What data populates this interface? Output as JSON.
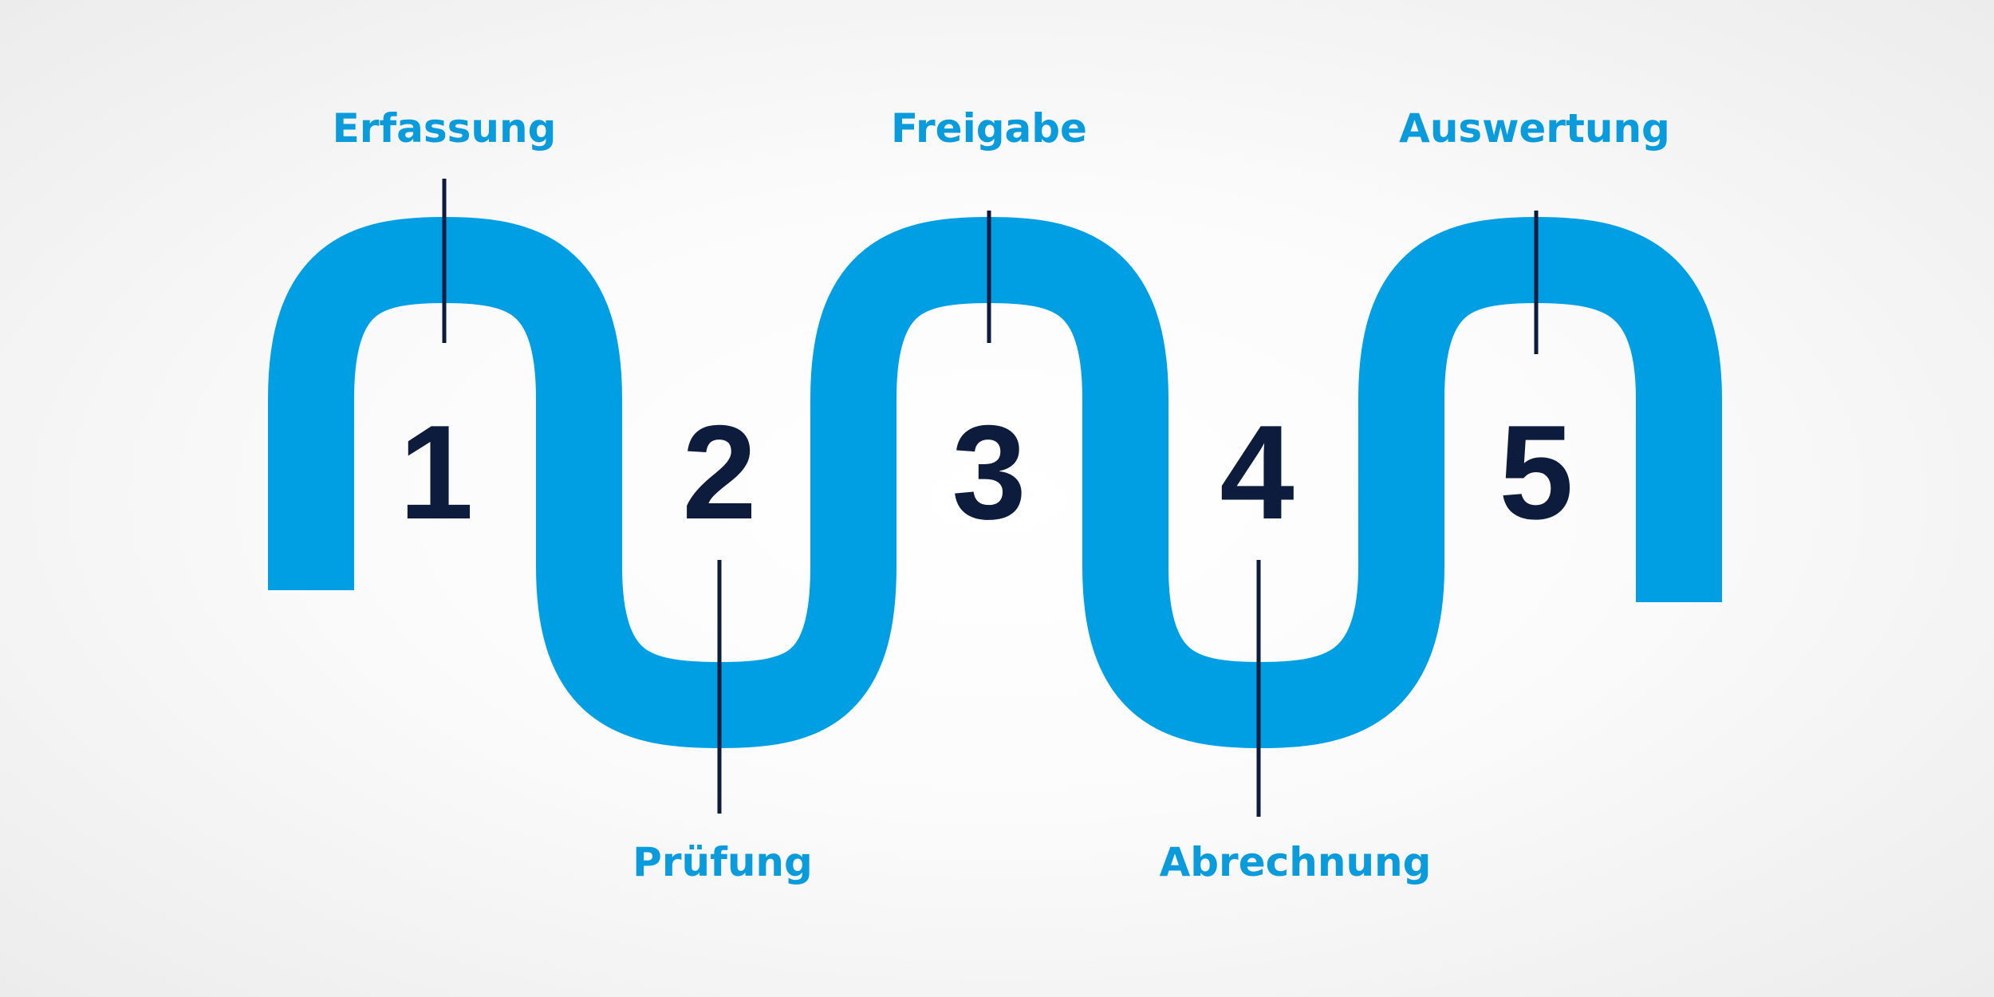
{
  "colors": {
    "ribbon": "#009FE3",
    "label": "#0A9BDC",
    "number": "#0D1C3D",
    "line": "#0D1C3D"
  },
  "steps": [
    {
      "number": "1",
      "label": "Erfassung"
    },
    {
      "number": "2",
      "label": "Prüfung"
    },
    {
      "number": "3",
      "label": "Freigabe"
    },
    {
      "number": "4",
      "label": "Abrechnung"
    },
    {
      "number": "5",
      "label": "Auswertung"
    }
  ]
}
